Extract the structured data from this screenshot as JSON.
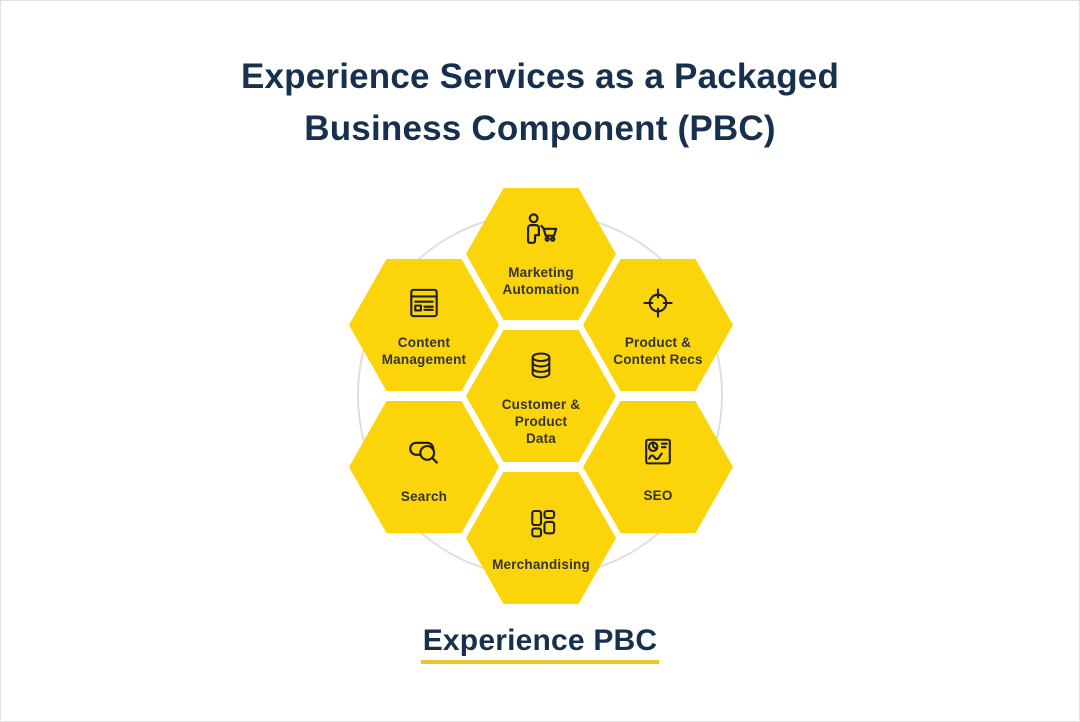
{
  "title": {
    "line1": "Experience Services as a Packaged",
    "line2": "Business Component (PBC)"
  },
  "footer": {
    "label": "Experience PBC"
  },
  "colors": {
    "hex_fill": "#FBD40A",
    "title_navy": "#16304E",
    "label_dark": "#33333A",
    "icon_stroke": "#1E1E24",
    "ring_gray": "#DFDFDF",
    "underline_gold": "#F0C428"
  },
  "hexagons": [
    {
      "id": "marketing-automation",
      "label": "Marketing\nAutomation",
      "icon": "person-cart-icon"
    },
    {
      "id": "content-management",
      "label": "Content\nManagement",
      "icon": "browser-page-icon"
    },
    {
      "id": "product-content-recs",
      "label": "Product &\nContent Recs",
      "icon": "target-icon"
    },
    {
      "id": "customer-product-data",
      "label": "Customer &\nProduct\nData",
      "icon": "database-icon"
    },
    {
      "id": "search",
      "label": "Search",
      "icon": "search-bar-icon"
    },
    {
      "id": "seo",
      "label": "SEO",
      "icon": "analytics-icon"
    },
    {
      "id": "merchandising",
      "label": "Merchandising",
      "icon": "layout-grid-icon"
    }
  ]
}
